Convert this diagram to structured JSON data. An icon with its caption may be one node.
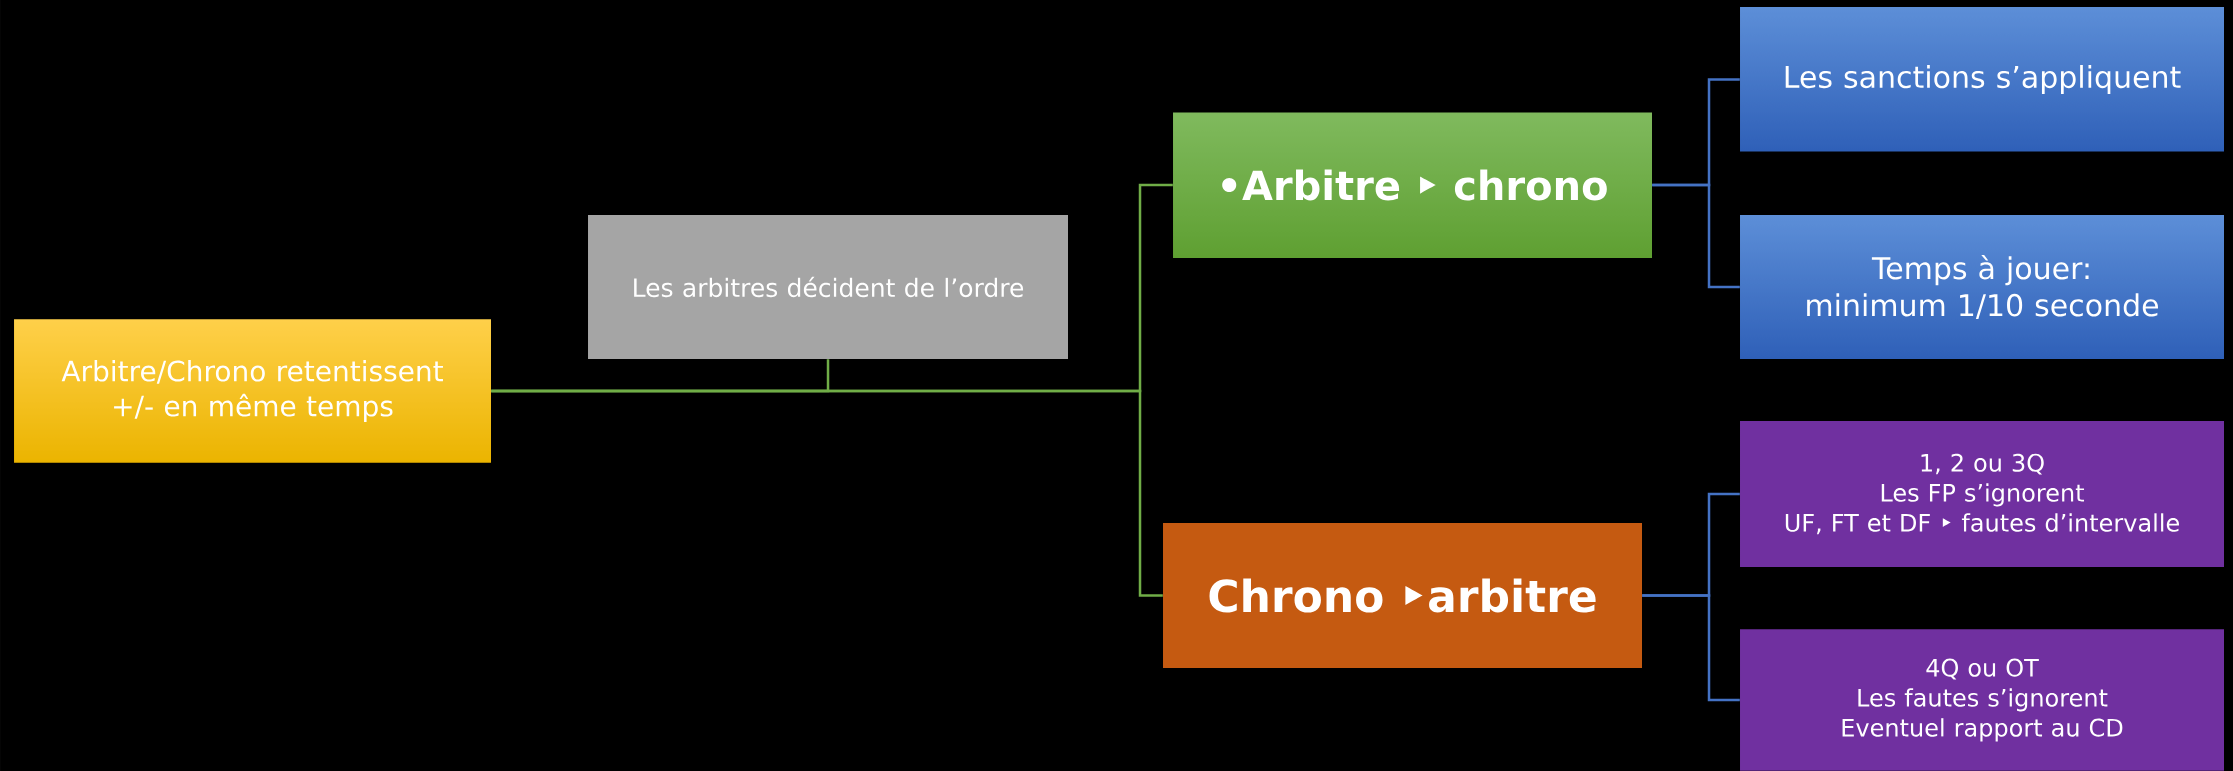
{
  "diagram": {
    "nodes": [
      {
        "text": [
          "Arbitre/Chrono retentissent +/- en même temps"
        ]
      },
      {
        "text": [
          "Les arbitres décident de l’ordre"
        ]
      },
      {
        "text": [
          "•Arbitre ‣ chrono"
        ]
      },
      {
        "text": [
          "Chrono ‣arbitre"
        ]
      },
      {
        "text": [
          "Les sanctions s’appliquent"
        ]
      },
      {
        "text": [
          "Temps à jouer: minimum 1/10 seconde"
        ]
      },
      {
        "text": [
          "1, 2 ou 3Q",
          "Les FP s’ignorent",
          "UF, FT et DF ‣ fautes d’intervalle"
        ]
      },
      {
        "text": [
          "4Q ou OT",
          "Les fautes s’ignorent",
          "Eventuel rapport au CD"
        ]
      }
    ],
    "edges": [
      {
        "from": 0,
        "to": 1,
        "arrow": "none",
        "color": "#70ad47"
      },
      {
        "from": 0,
        "to": 2,
        "arrow": "none",
        "color": "#70ad47"
      },
      {
        "from": 0,
        "to": 3,
        "arrow": "none",
        "color": "#70ad47"
      },
      {
        "from": 2,
        "to": 4,
        "arrow": "none"
      },
      {
        "from": 2,
        "to": 5,
        "arrow": "none"
      },
      {
        "from": 3,
        "to": 6,
        "arrow": "none"
      },
      {
        "from": 3,
        "to": 7,
        "arrow": "none"
      }
    ]
  }
}
